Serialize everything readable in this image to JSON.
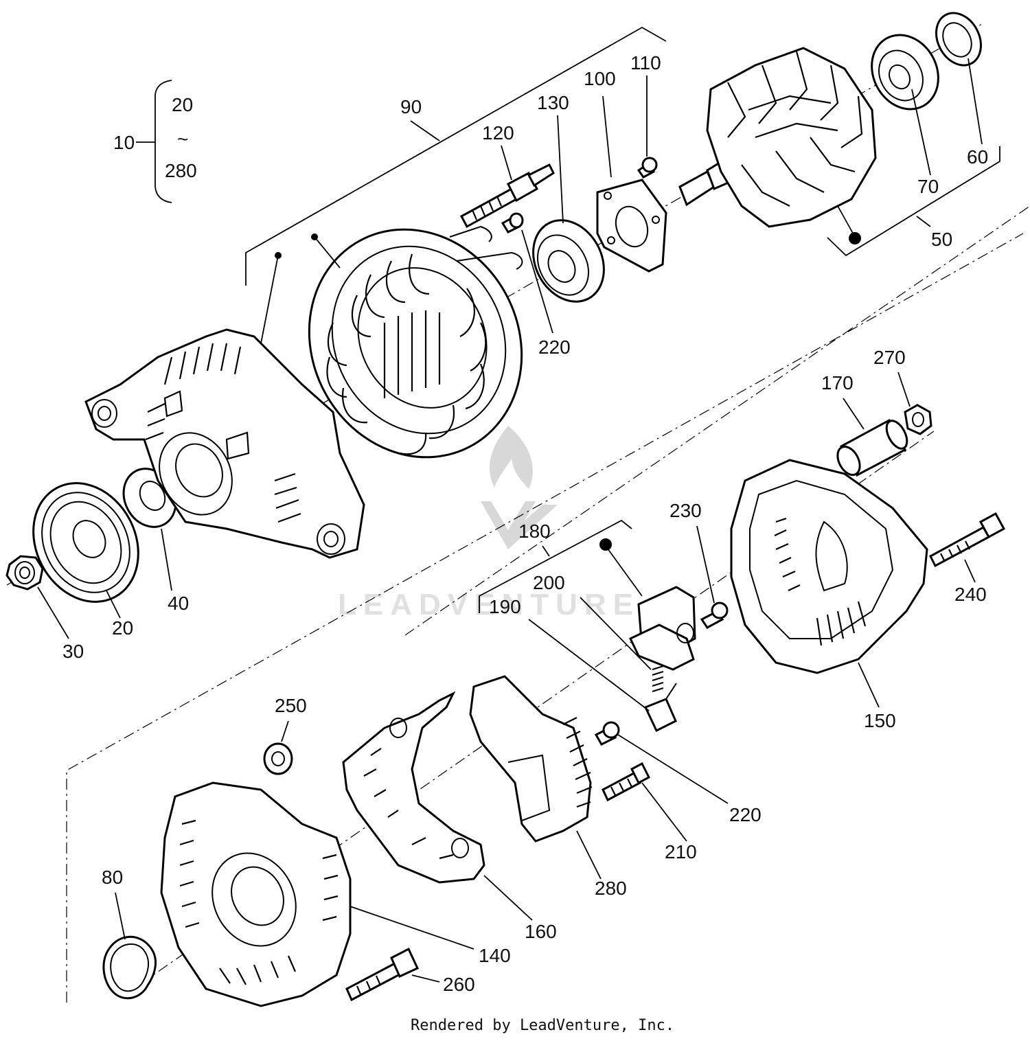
{
  "diagram": {
    "callouts": {
      "group_top": "20",
      "group_tilde": "~",
      "group_bottom": "280",
      "c10": "10",
      "c90": "90",
      "c120": "120",
      "c130": "130",
      "c100": "100",
      "c110": "110",
      "c60": "60",
      "c70": "70",
      "c50": "50",
      "c220a": "220",
      "c270": "270",
      "c170": "170",
      "c230": "230",
      "c180": "180",
      "c200": "200",
      "c190": "190",
      "c240": "240",
      "c150": "150",
      "c40": "40",
      "c20": "20",
      "c30": "30",
      "c250": "250",
      "c220b": "220",
      "c210": "210",
      "c280": "280",
      "c160": "160",
      "c80": "80",
      "c140": "140",
      "c260": "260"
    },
    "watermark": "LEADVENTURE",
    "footer": "Rendered by LeadVenture, Inc."
  }
}
